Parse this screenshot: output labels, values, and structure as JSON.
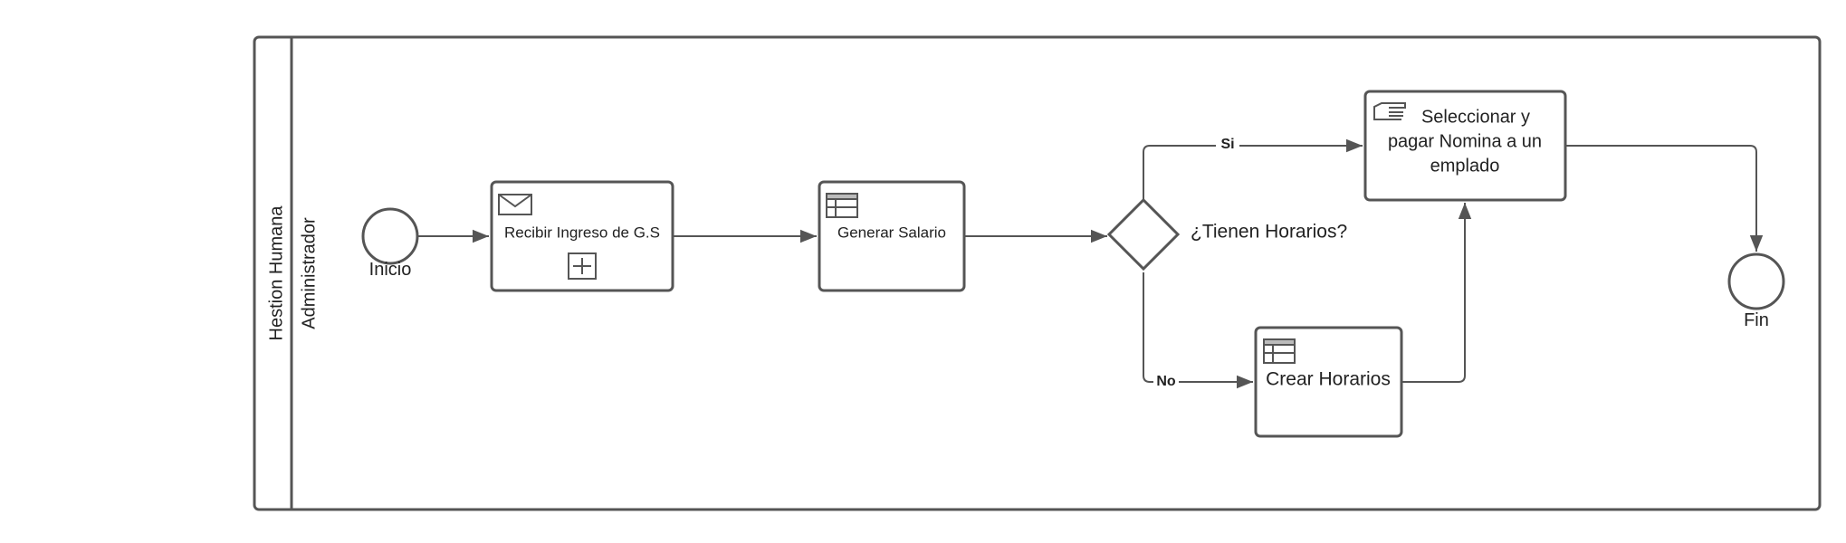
{
  "pool": {
    "name": "Hestion Humana"
  },
  "lane": {
    "name": "Administrador"
  },
  "events": {
    "start": "Inicio",
    "end": "Fin"
  },
  "tasks": {
    "recibir": "Recibir Ingreso de G.S",
    "generar": "Generar Salario",
    "crear": "Crear Horarios",
    "seleccionar_line1": "Seleccionar y",
    "seleccionar_line2": "pagar Nomina  a un",
    "seleccionar_line3": "emplado"
  },
  "gateway": {
    "question": "¿Tienen Horarios?"
  },
  "flows": {
    "yes": "Si",
    "no": "No"
  },
  "icons": {
    "recibir": "envelope-icon",
    "generar": "table-icon",
    "crear": "table-icon",
    "seleccionar": "manual-hand-icon",
    "subprocess": "subprocess-plus-icon"
  },
  "colors": {
    "stroke": "#555555",
    "text": "#222222",
    "background": "#ffffff"
  }
}
